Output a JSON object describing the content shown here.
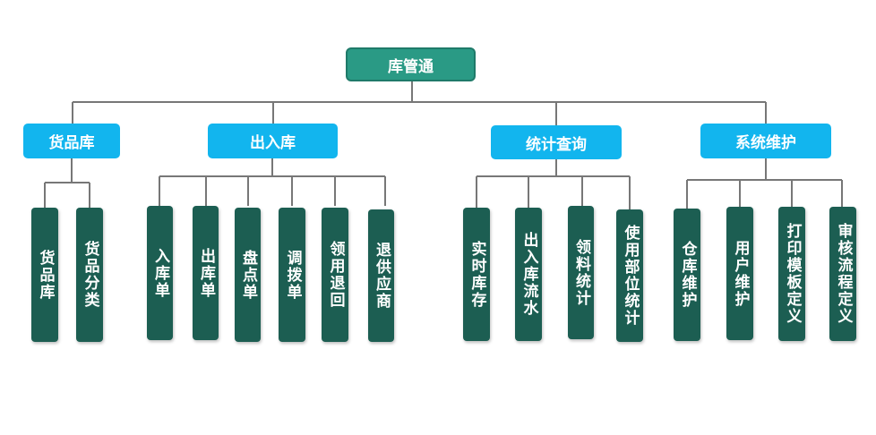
{
  "root": "库管通",
  "categories": [
    {
      "label": "货品库",
      "children": [
        "货品库",
        "货品分类"
      ]
    },
    {
      "label": "出入库",
      "children": [
        "入库单",
        "出库单",
        "盘点单",
        "调拨单",
        "领用退回",
        "退供应商"
      ]
    },
    {
      "label": "统计查询",
      "children": [
        "实时库存",
        "出入库流水",
        "领料统计",
        "使用部位统计"
      ]
    },
    {
      "label": "系统维护",
      "children": [
        "仓库维护",
        "用户维护",
        "打印模板定义",
        "审核流程定义"
      ]
    }
  ],
  "colors": {
    "root": "#2a9a85",
    "category": "#12b5ee",
    "leaf": "#1c5e52",
    "line": "#777777"
  }
}
